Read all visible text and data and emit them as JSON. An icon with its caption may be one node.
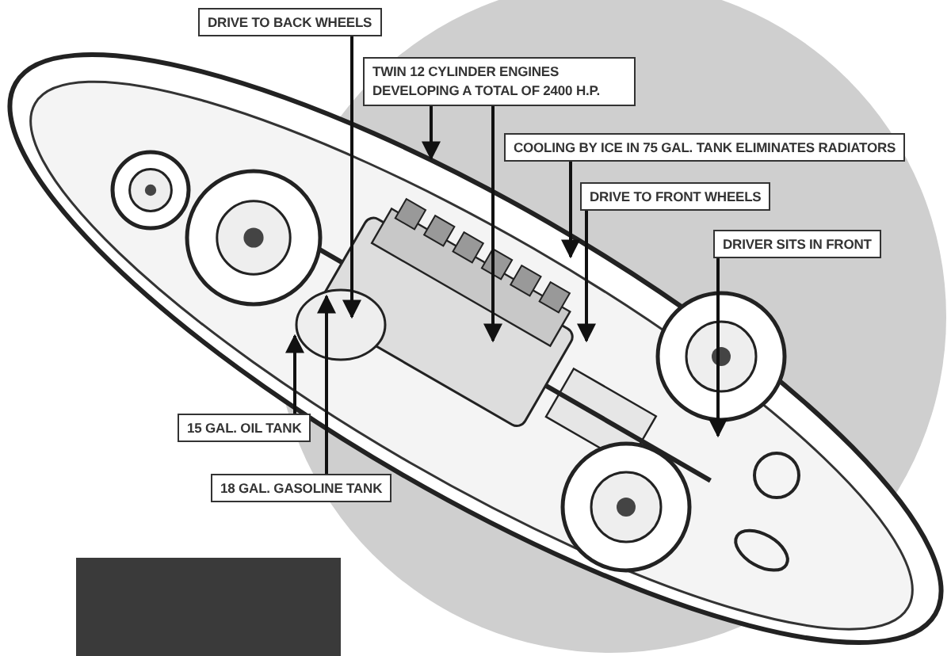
{
  "diagram": {
    "nodes": [
      {
        "text": [
          "DRIVE TO BACK WHEELS"
        ]
      },
      {
        "text": [
          "TWIN 12 CYLINDER ENGINES DEVELOPING A TOTAL OF 2400 H.P."
        ]
      },
      {
        "text": [
          "COOLING BY ICE IN 75 GAL. TANK ELIMINATES RADIATORS"
        ]
      },
      {
        "text": [
          "DRIVE TO FRONT WHEELS"
        ]
      },
      {
        "text": [
          "DRIVER SITS IN FRONT"
        ]
      },
      {
        "text": [
          "15 GAL. OIL TANK"
        ]
      },
      {
        "text": [
          "18 GAL. GASOLINE TANK"
        ]
      },
      {
        "text": [],
        "shape": "box"
      }
    ],
    "edges": [
      {
        "from": 0,
        "to": null,
        "arrow": "to"
      },
      {
        "from": 1,
        "to": null,
        "arrow": "to"
      },
      {
        "from": 1,
        "to": null,
        "arrow": "to"
      },
      {
        "from": 2,
        "to": null,
        "arrow": "to"
      },
      {
        "from": 3,
        "to": null,
        "arrow": "to"
      },
      {
        "from": 4,
        "to": null,
        "arrow": "to"
      },
      {
        "from": 5,
        "to": null,
        "arrow": "to"
      },
      {
        "from": 6,
        "to": null,
        "arrow": "to"
      }
    ]
  }
}
